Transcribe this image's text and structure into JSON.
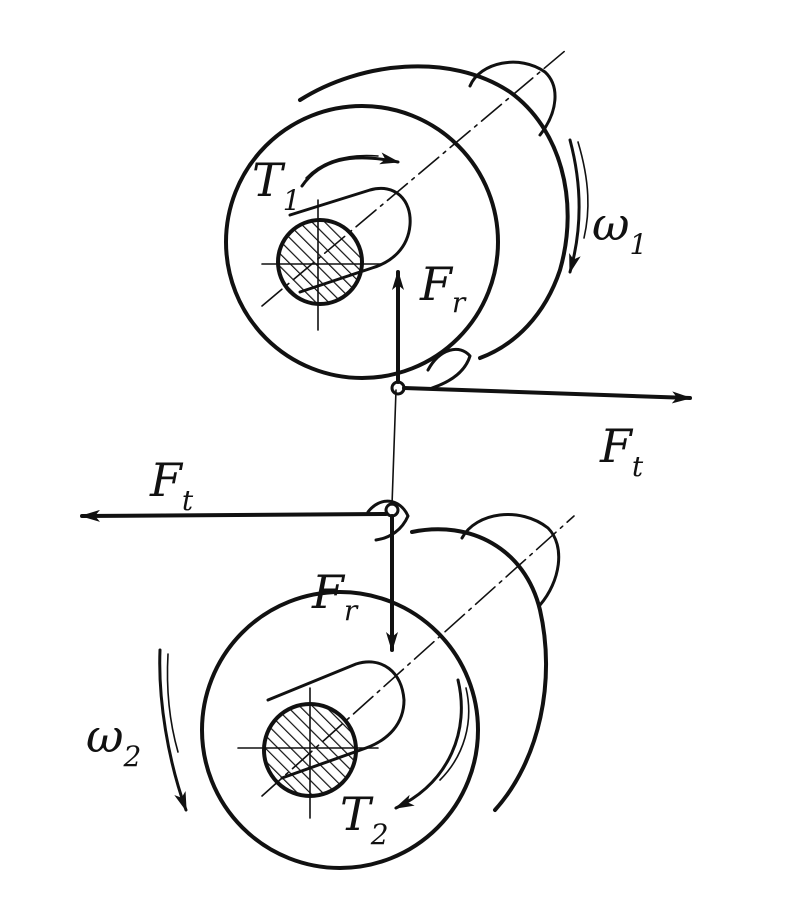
{
  "labels": {
    "torque_1": {
      "main": "T",
      "sub": "1"
    },
    "torque_2": {
      "main": "T",
      "sub": "2"
    },
    "omega_1": {
      "main": "ω",
      "sub": "1"
    },
    "omega_2": {
      "main": "ω",
      "sub": "2"
    },
    "radial_force_upper": {
      "main": "F",
      "sub": "r"
    },
    "radial_force_lower": {
      "main": "F",
      "sub": "r"
    },
    "tangential_force_upper": {
      "main": "F",
      "sub": "t"
    },
    "tangential_force_lower": {
      "main": "F",
      "sub": "t"
    }
  },
  "colors": {
    "ink": "#111111",
    "background": "#ffffff"
  }
}
